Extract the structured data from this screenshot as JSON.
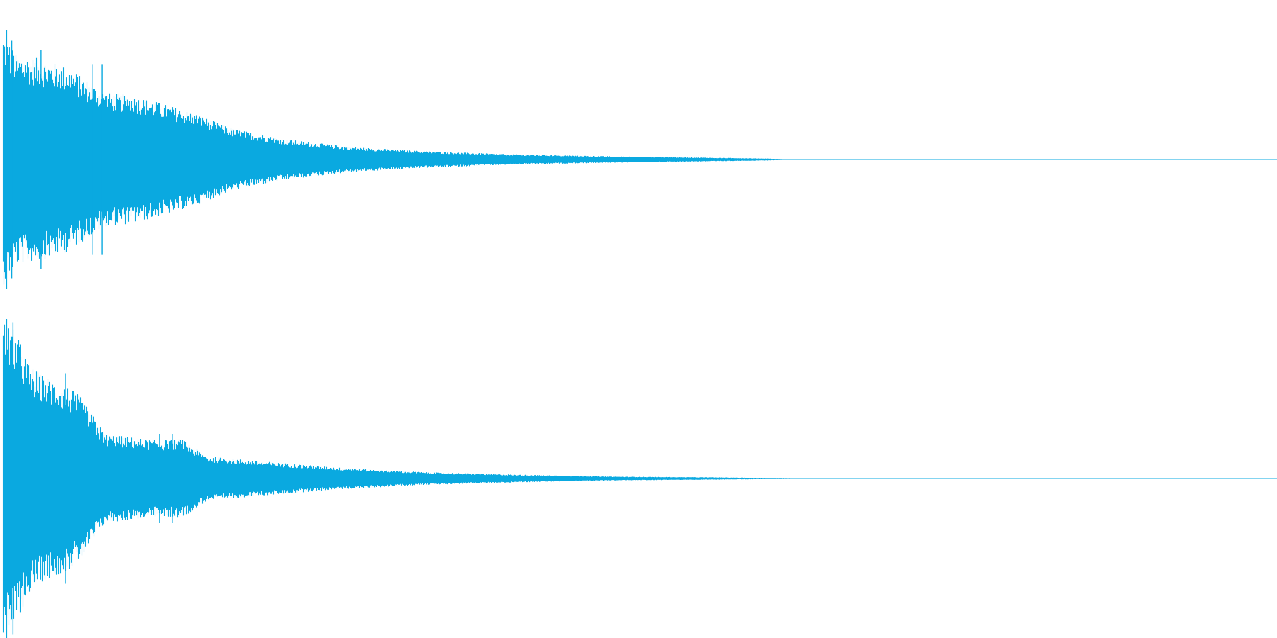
{
  "chart_data": {
    "type": "area",
    "subtype": "stereo-audio-waveform",
    "color": "#0aa9e0",
    "background": "#ffffff",
    "grid": false,
    "legend": "none",
    "y_range": [
      -1,
      1
    ],
    "x_range": [
      0,
      1
    ],
    "series": [
      {
        "channel": 1,
        "envelope": {
          "t": [
            0.0,
            0.01,
            0.03,
            0.05,
            0.08,
            0.1,
            0.12,
            0.15,
            0.18,
            0.22,
            0.27,
            0.33,
            0.4,
            0.48,
            0.55,
            0.6,
            0.62
          ],
          "amp": [
            0.98,
            0.82,
            0.78,
            0.72,
            0.52,
            0.5,
            0.45,
            0.36,
            0.24,
            0.16,
            0.1,
            0.065,
            0.04,
            0.025,
            0.015,
            0.008,
            0.0
          ]
        },
        "spikes": [
          {
            "t": 0.003,
            "amp": 1.0
          },
          {
            "t": 0.007,
            "amp": 0.92
          },
          {
            "t": 0.03,
            "amp": 0.85
          },
          {
            "t": 0.07,
            "amp": 0.74
          },
          {
            "t": 0.078,
            "amp": 0.74
          }
        ]
      },
      {
        "channel": 2,
        "envelope": {
          "t": [
            0.0,
            0.01,
            0.02,
            0.03,
            0.05,
            0.06,
            0.08,
            0.12,
            0.14,
            0.16,
            0.2,
            0.26,
            0.33,
            0.4,
            0.48,
            0.55,
            0.6,
            0.65
          ],
          "amp": [
            1.0,
            0.92,
            0.72,
            0.65,
            0.58,
            0.52,
            0.28,
            0.24,
            0.25,
            0.14,
            0.11,
            0.07,
            0.04,
            0.025,
            0.012,
            0.008,
            0.004,
            0.0
          ]
        },
        "spikes": [
          {
            "t": 0.003,
            "amp": 1.0
          },
          {
            "t": 0.008,
            "amp": 0.98
          },
          {
            "t": 0.049,
            "amp": 0.66
          },
          {
            "t": 0.123,
            "amp": 0.28
          },
          {
            "t": 0.133,
            "amp": 0.28
          }
        ]
      }
    ]
  }
}
